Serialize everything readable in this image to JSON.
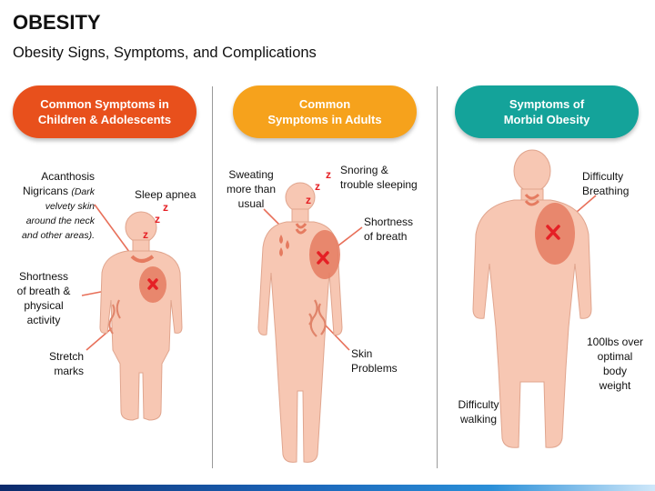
{
  "title": "OBESITY",
  "subtitle": "Obesity Signs, Symptoms, and Complications",
  "colors": {
    "children": "#e8501c",
    "adults": "#f6a21c",
    "morbid": "#14a39a",
    "skin": "#f7c7b3",
    "skin_outline": "#e0a58e",
    "organ": "#e57b60",
    "mark": "#e52025"
  },
  "panels": {
    "children": {
      "heading_line1": "Common Symptoms in",
      "heading_line2": "Children & Adolescents",
      "acanthosis_title_1": "Acanthosis",
      "acanthosis_title_2": "Nigricans",
      "acanthosis_note_1": "(Dark",
      "acanthosis_note_2": "velvety skin",
      "acanthosis_note_3": "around the neck",
      "acanthosis_note_4": "and other areas).",
      "sleep": "Sleep apnea",
      "breath_1": "Shortness",
      "breath_2": "of breath &",
      "breath_3": "physical",
      "breath_4": "activity",
      "stretch_1": "Stretch",
      "stretch_2": "marks"
    },
    "adults": {
      "heading_line1": "Common",
      "heading_line2": "Symptoms in Adults",
      "sweat_1": "Sweating",
      "sweat_2": "more than",
      "sweat_3": "usual",
      "snore_1": "Snoring &",
      "snore_2": "trouble sleeping",
      "breath_1": "Shortness",
      "breath_2": "of breath",
      "skin_1": "Skin",
      "skin_2": "Problems"
    },
    "morbid": {
      "heading_line1": "Symptoms of",
      "heading_line2": "Morbid Obesity",
      "breath_1": "Difficulty",
      "breath_2": "Breathing",
      "weight_1": "100lbs over",
      "weight_2": "optimal",
      "weight_3": "body",
      "weight_4": "weight",
      "walk_1": "Difficulty",
      "walk_2": "walking"
    }
  },
  "sleep_glyph": "z"
}
